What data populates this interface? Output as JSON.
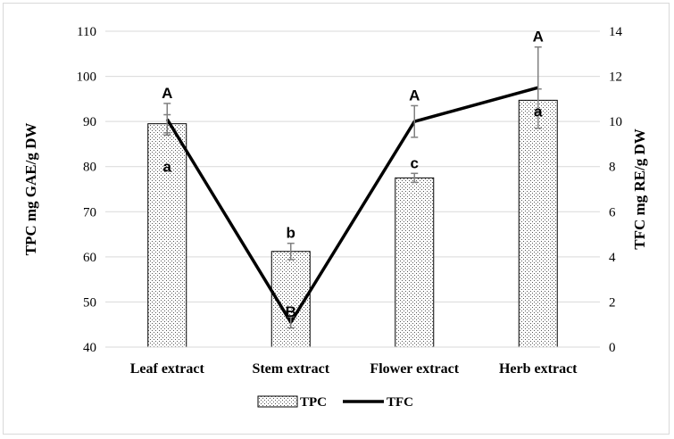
{
  "chart_data": {
    "type": "bar",
    "categories": [
      "Leaf extract",
      "Stem extract",
      "Flower extract",
      "Herb extract"
    ],
    "ylabel": "TPC mg GAE/g DW",
    "y2label": "TFC  mg RE/g DW",
    "ylim": [
      40,
      110
    ],
    "y2lim": [
      0,
      14
    ],
    "yticks": [
      40,
      50,
      60,
      70,
      80,
      90,
      100,
      110
    ],
    "y2ticks": [
      0,
      2,
      4,
      6,
      8,
      10,
      12,
      14
    ],
    "grid": true,
    "legend_position": "bottom",
    "series": [
      {
        "name": "TPC",
        "kind": "bar",
        "axis": "left",
        "pattern": "dotted",
        "values": [
          89.5,
          61.2,
          77.5,
          94.7
        ],
        "errors": [
          2.0,
          1.8,
          1.0,
          2.5
        ],
        "labels": [
          "a",
          "b",
          "c",
          "a"
        ]
      },
      {
        "name": "TFC",
        "kind": "line",
        "axis": "right",
        "color": "#000000",
        "values": [
          10.1,
          1.1,
          10.0,
          11.5
        ],
        "errors": [
          0.7,
          0.25,
          0.7,
          1.8
        ],
        "labels": [
          "A",
          "B",
          "A",
          "A"
        ]
      }
    ]
  }
}
